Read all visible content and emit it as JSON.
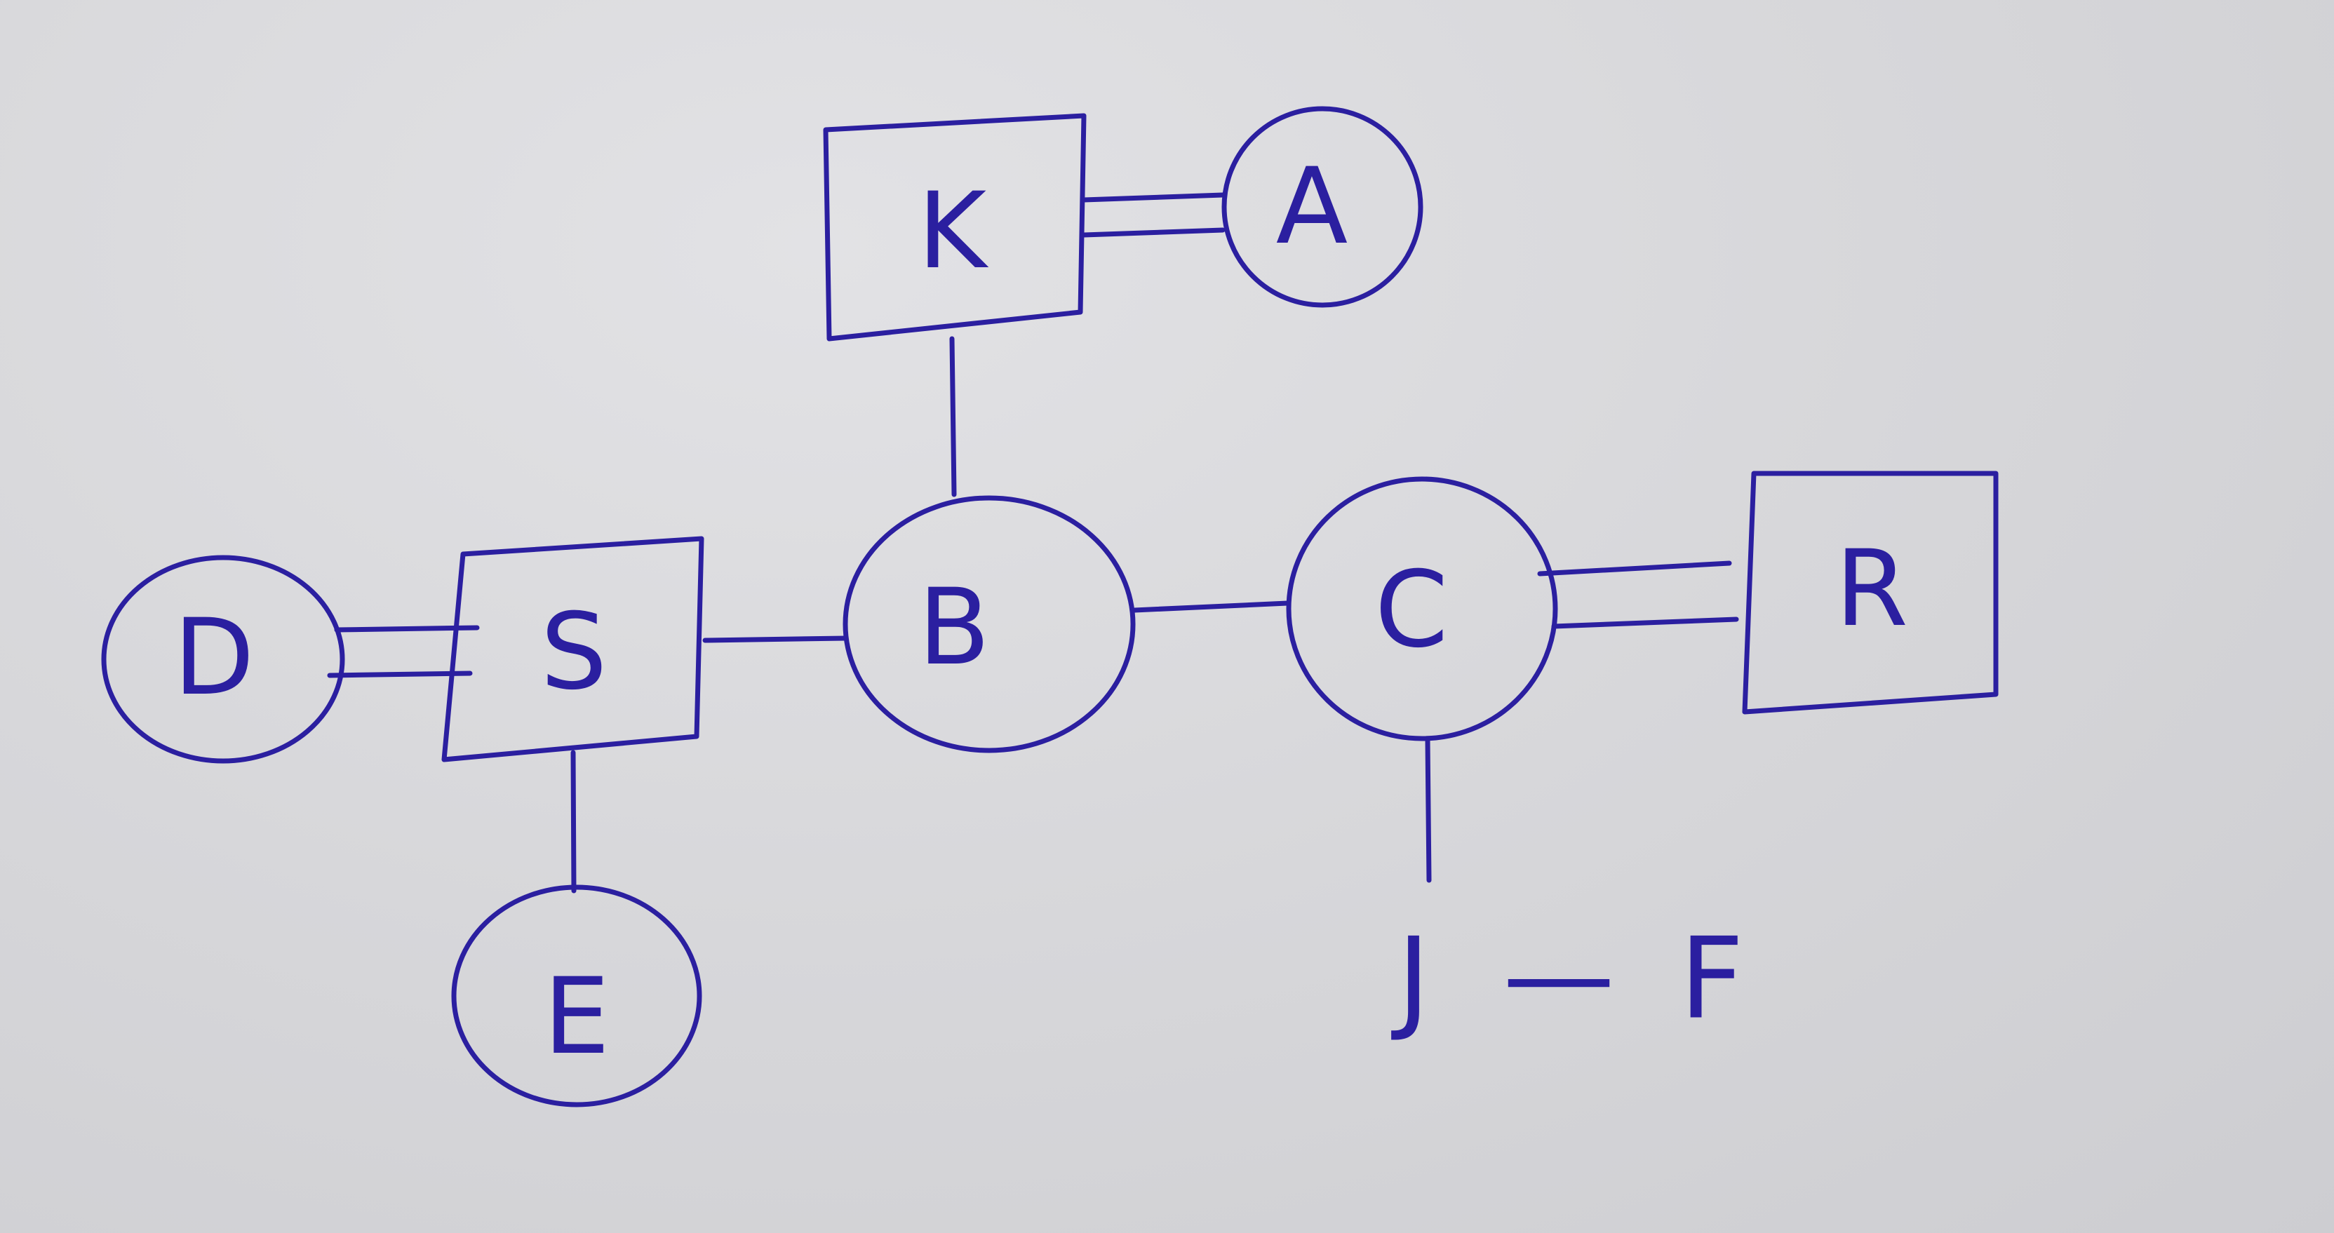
{
  "diagram": {
    "ink_color": "#2b1fa0",
    "paper_color": "#d7d7da",
    "nodes": {
      "K": {
        "label": "K",
        "shape": "rectangle"
      },
      "A": {
        "label": "A",
        "shape": "circle"
      },
      "S": {
        "label": "S",
        "shape": "rectangle"
      },
      "D": {
        "label": "D",
        "shape": "circle"
      },
      "B": {
        "label": "B",
        "shape": "circle"
      },
      "C": {
        "label": "C",
        "shape": "circle"
      },
      "R": {
        "label": "R",
        "shape": "rectangle"
      },
      "E": {
        "label": "E",
        "shape": "circle"
      }
    },
    "free_labels": {
      "J": "J",
      "dash": "—",
      "F": "F"
    },
    "edges": [
      {
        "from": "K",
        "to": "A",
        "style": "double"
      },
      {
        "from": "K",
        "to": "B",
        "style": "single"
      },
      {
        "from": "D",
        "to": "S",
        "style": "double"
      },
      {
        "from": "S",
        "to": "B",
        "style": "single"
      },
      {
        "from": "B",
        "to": "C",
        "style": "single"
      },
      {
        "from": "C",
        "to": "R",
        "style": "double"
      },
      {
        "from": "S",
        "to": "E",
        "style": "single"
      },
      {
        "from": "C",
        "to": "J",
        "style": "single"
      }
    ]
  }
}
